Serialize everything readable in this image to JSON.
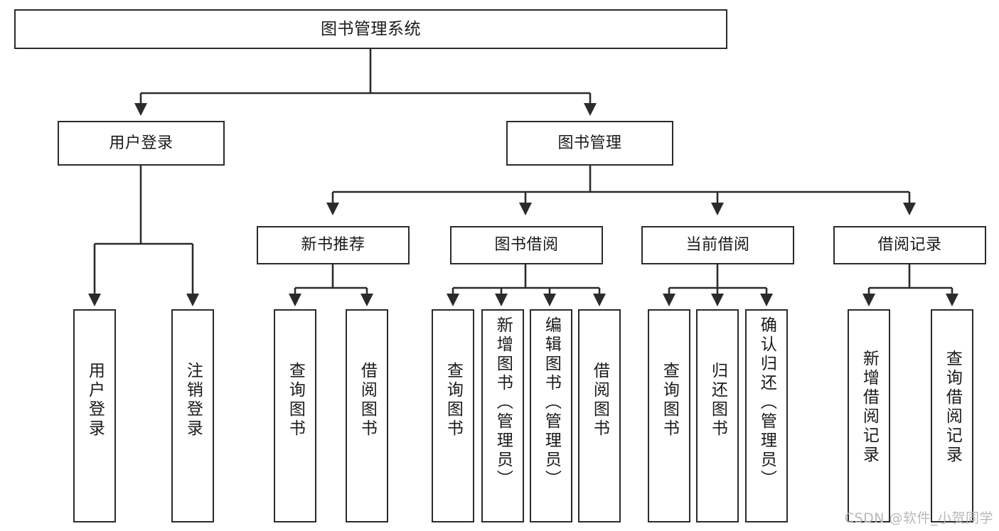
{
  "diagram": {
    "type": "tree",
    "title": "图书管理系统",
    "background_color": "#ffffff",
    "border_color": "#2b2b2b",
    "text_color": "#1a1a1a",
    "nodes": {
      "root": {
        "label": "图书管理系统"
      },
      "level2": [
        {
          "id": "user-login",
          "label": "用户登录"
        },
        {
          "id": "book-manage",
          "label": "图书管理"
        }
      ],
      "level3": [
        {
          "id": "new-book-recommend",
          "label": "新书推荐"
        },
        {
          "id": "book-borrow",
          "label": "图书借阅"
        },
        {
          "id": "current-borrow",
          "label": "当前借阅"
        },
        {
          "id": "borrow-record",
          "label": "借阅记录"
        }
      ],
      "leaves": {
        "user_login": [
          {
            "id": "leaf-user-login",
            "label": "用户登录"
          },
          {
            "id": "leaf-logout",
            "label": "注销登录"
          }
        ],
        "new_book_recommend": [
          {
            "id": "leaf-query-book-1",
            "label": "查询图书"
          },
          {
            "id": "leaf-borrow-book-1",
            "label": "借阅图书"
          }
        ],
        "book_borrow": [
          {
            "id": "leaf-query-book-2",
            "label": "查询图书"
          },
          {
            "id": "leaf-add-book",
            "label": "新增图书（管理员）"
          },
          {
            "id": "leaf-edit-book",
            "label": "编辑图书（管理员）"
          },
          {
            "id": "leaf-borrow-book-2",
            "label": "借阅图书"
          }
        ],
        "current_borrow": [
          {
            "id": "leaf-query-book-3",
            "label": "查询图书"
          },
          {
            "id": "leaf-return-book",
            "label": "归还图书"
          },
          {
            "id": "leaf-confirm-return",
            "label": "确认归还（管理员）"
          }
        ],
        "borrow_record": [
          {
            "id": "leaf-add-record",
            "label": "新增借阅记录"
          },
          {
            "id": "leaf-query-record",
            "label": "查询借阅记录"
          }
        ]
      }
    }
  },
  "watermark": {
    "text": "CSDN @软件_小贺同学"
  }
}
